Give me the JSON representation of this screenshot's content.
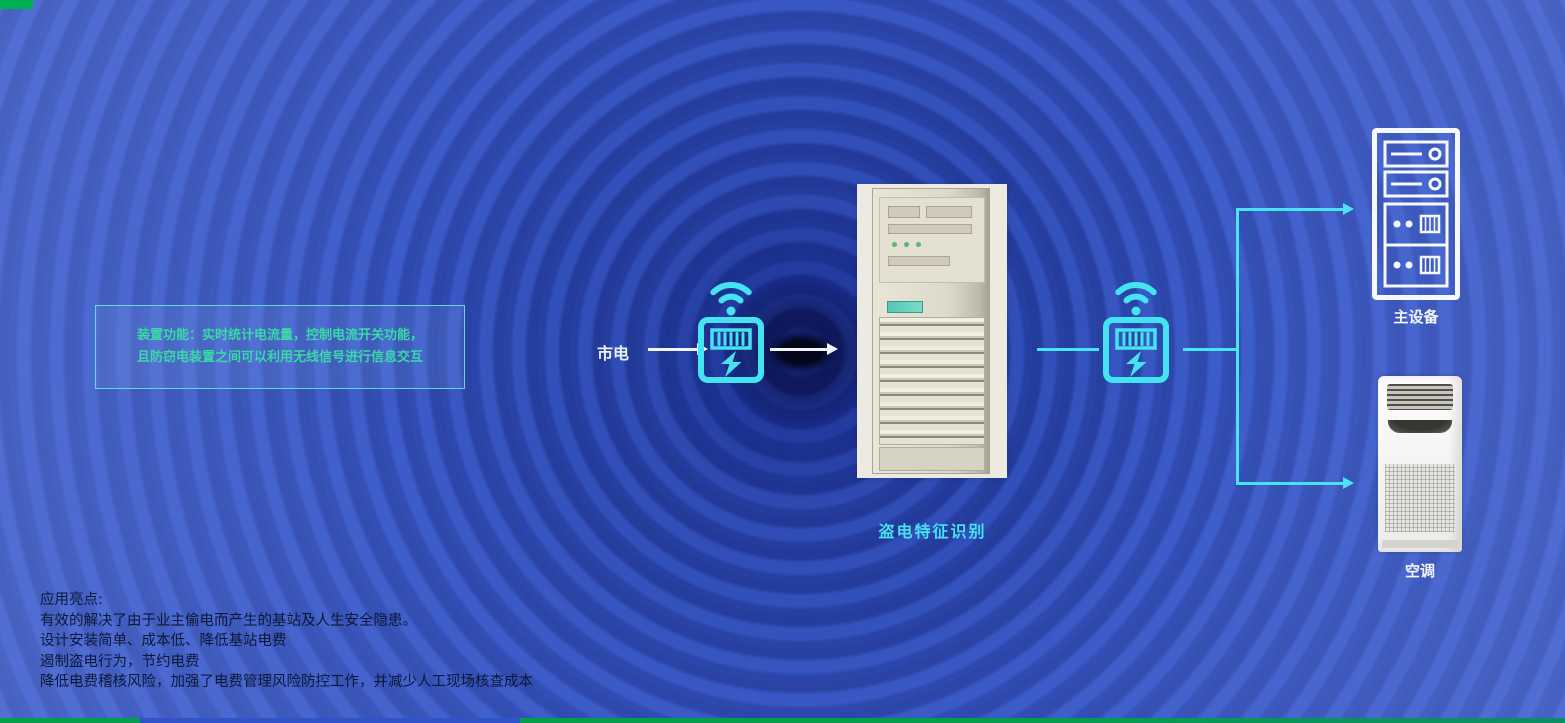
{
  "colors": {
    "background_blue": "#3354c4",
    "accent_cyan": "#49e4f4",
    "callout_text_green": "#38d9a6",
    "label_white": "#f2f6fa",
    "highlight_text_dark": "#0c1838",
    "edge_green": "#00a04e"
  },
  "info_box": {
    "line1": "装置功能：实时统计电流量，控制电流开关功能，",
    "line2": "且防窃电装置之间可以利用无线信号进行信息交互"
  },
  "labels": {
    "mains": "市电",
    "theft_id": "盗电特征识别",
    "main_device": "主设备",
    "air_conditioner": "空调"
  },
  "highlights": {
    "title": "应用亮点:",
    "items": [
      "有效的解决了由于业主偷电而产生的基站及人生安全隐患。",
      "设计安装简单、成本低、降低基站电费",
      "遏制盗电行为，节约电费",
      "降低电费稽核风险，加强了电费管理风险防控工作，并减少人工现场核查成本"
    ]
  },
  "icons": {
    "meter_left": "wifi-power-meter-icon",
    "meter_right": "wifi-power-meter-icon",
    "cabinet": "power-cabinet-photo",
    "main_device": "server-tower-icon",
    "air_conditioner": "air-conditioner-photo"
  }
}
